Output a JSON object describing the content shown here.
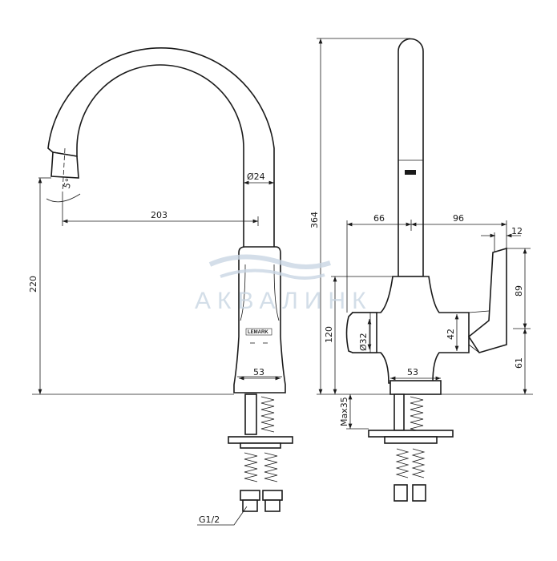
{
  "watermark": "АКВАЛИНК",
  "logo": "LEMARK",
  "left_view": {
    "reach": "203",
    "pipe_diameter": "Ø24",
    "angle": "5°",
    "spout_height": "220",
    "base_width": "53",
    "thread": "G1/2"
  },
  "right_view": {
    "total_height": "364",
    "left_offset": "66",
    "right_offset": "96",
    "lever_offset": "12",
    "lever_height": "89",
    "body_height": "120",
    "knob_diameter": "Ø32",
    "arm_height": "42",
    "lever_base": "61",
    "base_width": "53",
    "max_thickness": "Max35"
  }
}
